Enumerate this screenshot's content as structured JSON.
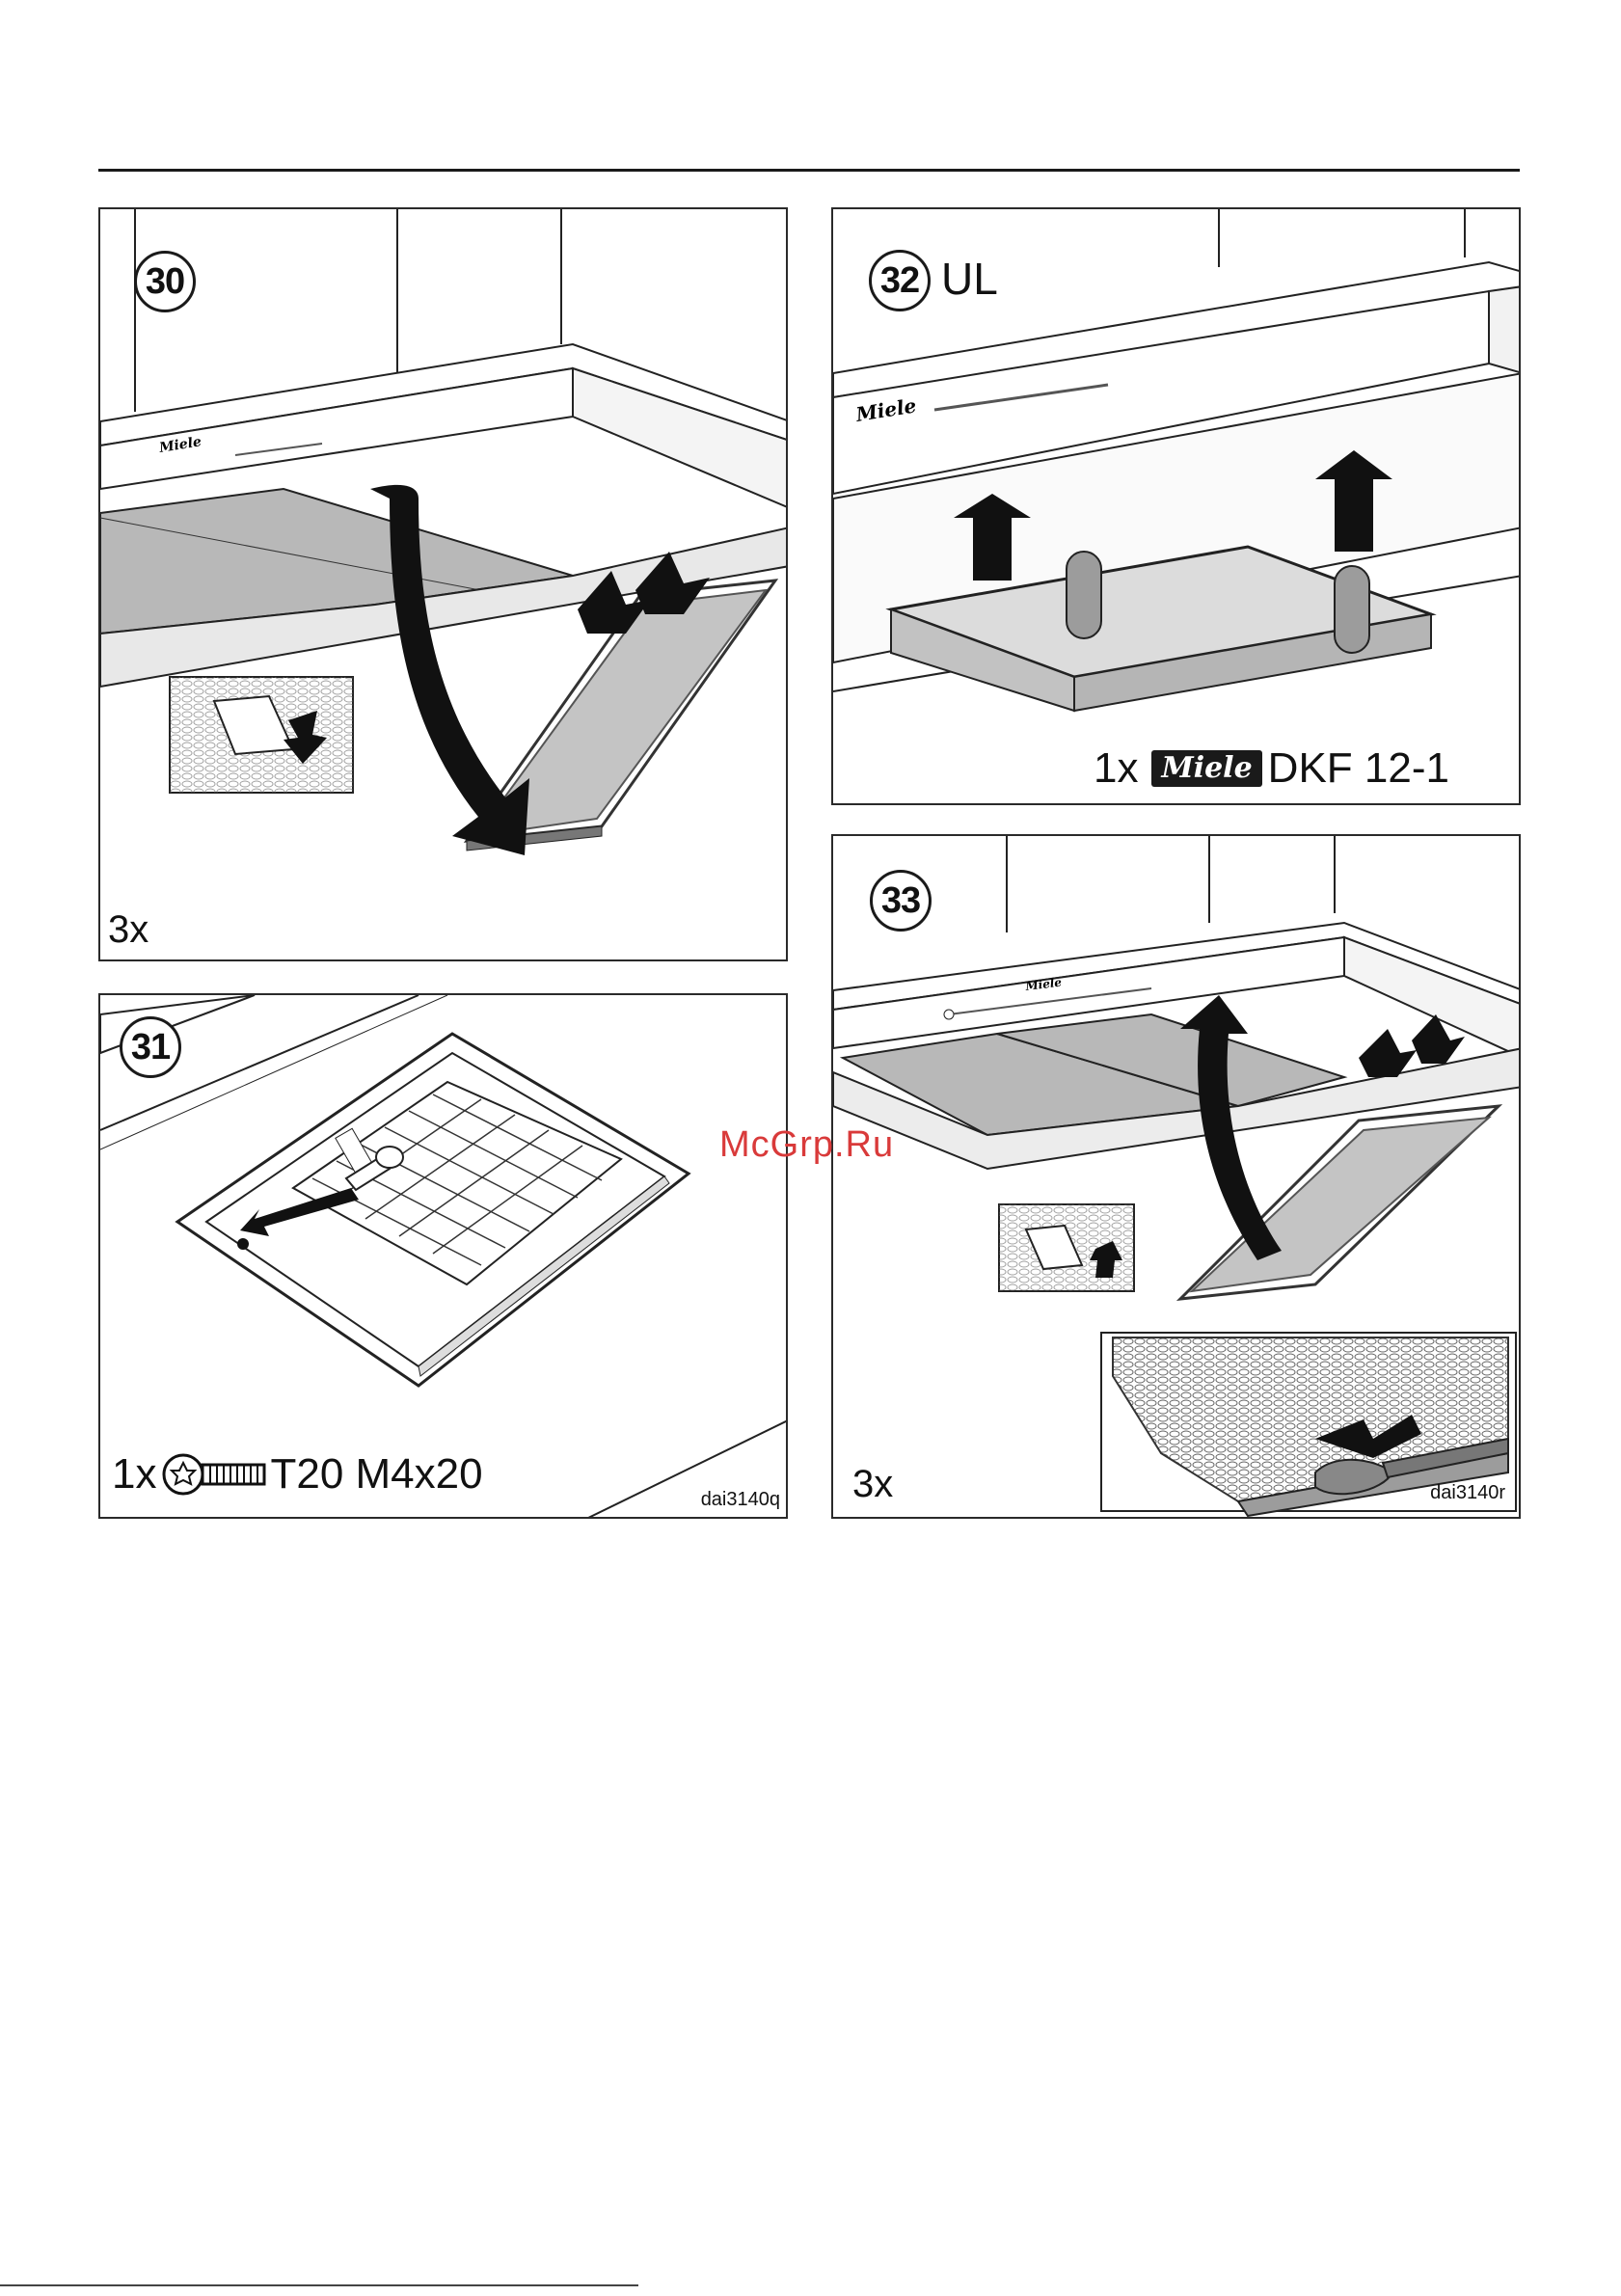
{
  "page": {
    "watermark": "McGrp.Ru"
  },
  "panels": {
    "p30": {
      "step": "30",
      "qty": "3x"
    },
    "p31": {
      "step": "31",
      "qty": "1x",
      "part": "T20 M4x20",
      "image_code": "dai3140q"
    },
    "p32": {
      "step": "32",
      "suffix": "UL",
      "qty": "1x",
      "brand": "Miele",
      "part": "DKF 12-1"
    },
    "p33": {
      "step": "33",
      "qty": "3x",
      "image_code": "dai3140r"
    }
  },
  "hood_logo": "Miele",
  "icons": [
    "arrow-icon",
    "screw-icon",
    "filter-icon",
    "magnifier-inset-icon",
    "screwdriver-icon"
  ]
}
